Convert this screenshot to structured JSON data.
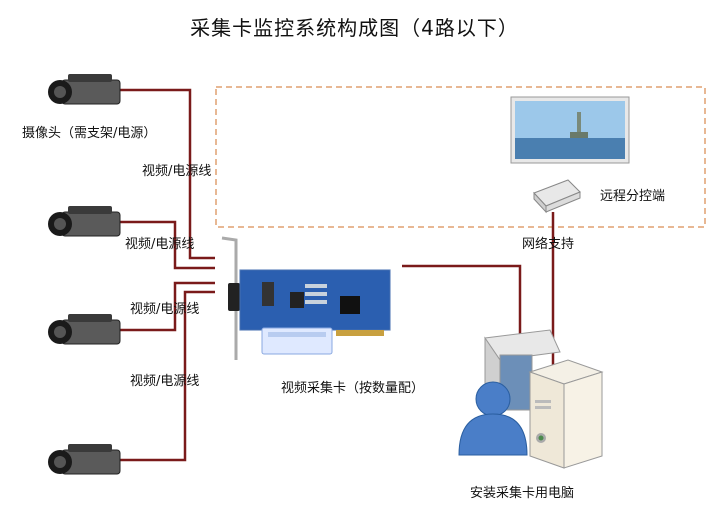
{
  "title": "采集卡监控系统构成图（4路以下）",
  "labels": {
    "camera": "摄像头（需支架/电源）",
    "cable_1": "视频/电源线",
    "cable_2": "视频/电源线",
    "cable_3": "视频/电源线",
    "cable_4": "视频/电源线",
    "remote": "远程分控端",
    "network": "网络支持",
    "capture_card": "视频采集卡（按数量配）",
    "pc": "安装采集卡用电脑"
  },
  "colors": {
    "cable": "#7a1a1a",
    "dashed_border": "#e0a070",
    "card_pcb": "#2b5fb0",
    "monitor_sky": "#9cc8ea"
  }
}
